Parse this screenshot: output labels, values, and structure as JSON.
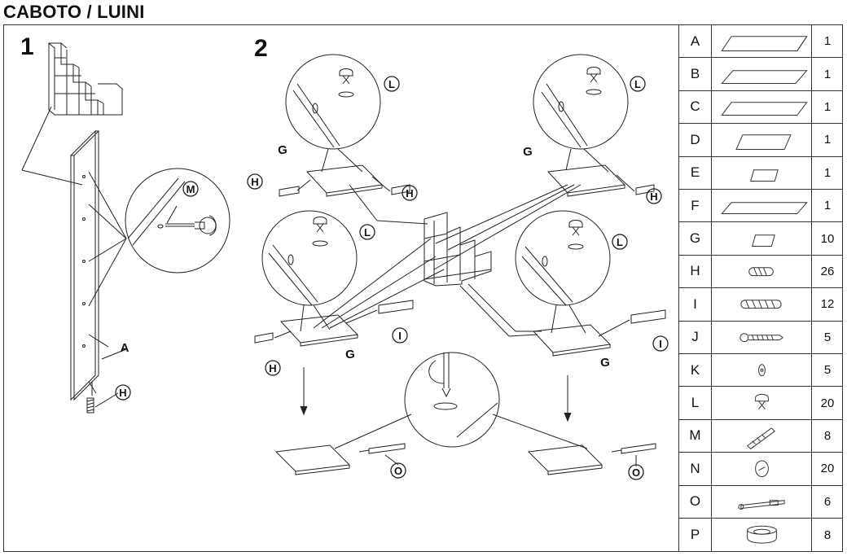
{
  "title": "CABOTO / LUINI",
  "steps": {
    "one": "1",
    "two": "2"
  },
  "callouts": {
    "A": "A",
    "G": "G",
    "H": "H",
    "I": "I",
    "L": "L",
    "M": "M",
    "O": "O"
  },
  "parts": [
    {
      "letter": "A",
      "qty": "1"
    },
    {
      "letter": "B",
      "qty": "1"
    },
    {
      "letter": "C",
      "qty": "1"
    },
    {
      "letter": "D",
      "qty": "1"
    },
    {
      "letter": "E",
      "qty": "1"
    },
    {
      "letter": "F",
      "qty": "1"
    },
    {
      "letter": "G",
      "qty": "10"
    },
    {
      "letter": "H",
      "qty": "26"
    },
    {
      "letter": "I",
      "qty": "12"
    },
    {
      "letter": "J",
      "qty": "5"
    },
    {
      "letter": "K",
      "qty": "5"
    },
    {
      "letter": "L",
      "qty": "20"
    },
    {
      "letter": "M",
      "qty": "8"
    },
    {
      "letter": "N",
      "qty": "20"
    },
    {
      "letter": "O",
      "qty": "6"
    },
    {
      "letter": "P",
      "qty": "8"
    }
  ]
}
